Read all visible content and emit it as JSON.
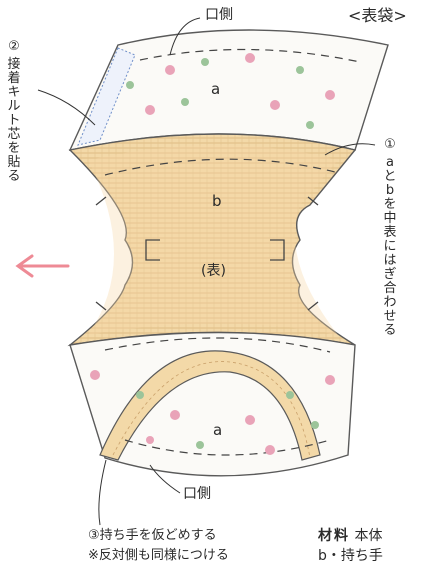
{
  "title": "<表袋>",
  "labels": {
    "kuchigawa_top": "口側",
    "kuchigawa_bottom": "口側",
    "a_top": "a",
    "b": "b",
    "front": "(表)",
    "a_bottom": "a"
  },
  "notes": {
    "note1_num": "①",
    "note1_text": "aとbを中表にはぎ合わせる",
    "note2_num": "②",
    "note2_text": "接着キルト芯を貼る",
    "note3_line1": "③持ち手を仮どめする",
    "note3_line2": "※反対側も同様につける"
  },
  "materials": {
    "heading": "材料",
    "line1_rest": "本体",
    "line2": "b・持ち手"
  },
  "colors": {
    "outline": "#5a5a5a",
    "linen": "#efcf9c",
    "linen_stroke": "#c9a06a",
    "floral_pink": "#e9a3b8",
    "floral_green": "#9cc49a",
    "arrow": "#ee8a95",
    "interfacing": "#6f8fc9"
  }
}
